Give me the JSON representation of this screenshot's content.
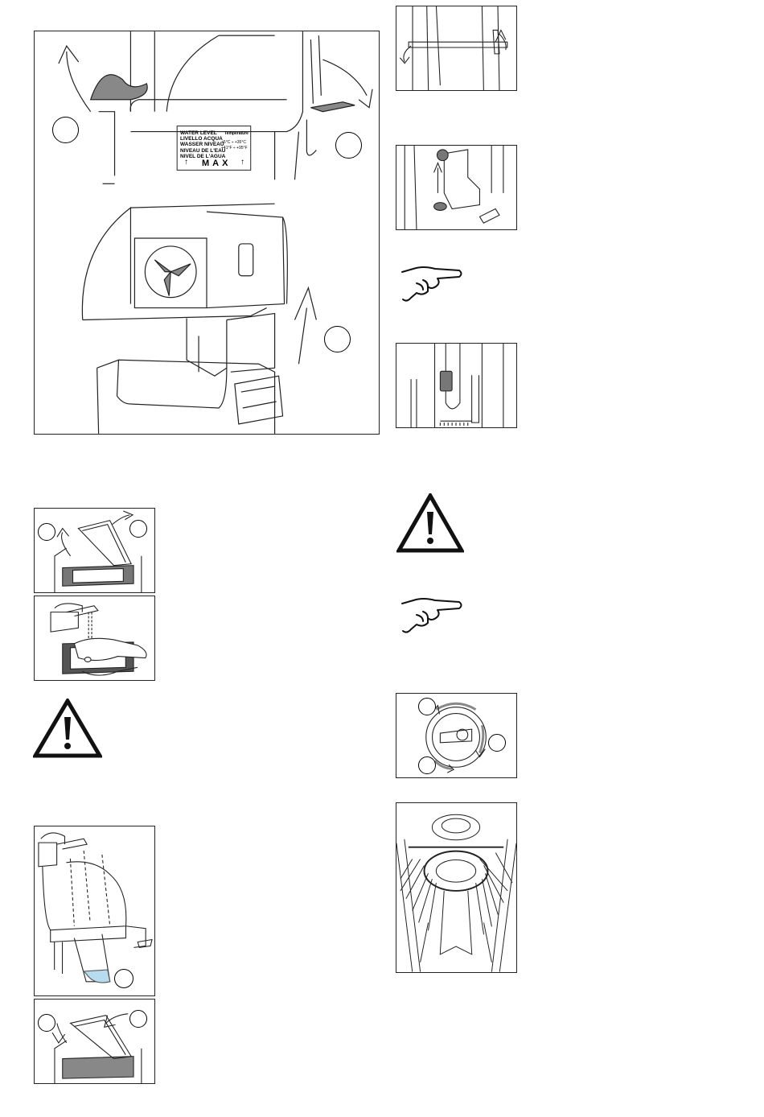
{
  "water_label": {
    "lines": [
      {
        "lang": "WATER",
        "word": "LEVEL"
      },
      {
        "lang": "LIVELLO",
        "word": "ACQUA"
      },
      {
        "lang": "WASSER",
        "word": "NIVEAU"
      },
      {
        "lang": "NIVEAU DE",
        "word": "L'EAU"
      },
      {
        "lang": "NIVEL DE",
        "word": "L'AGUA"
      }
    ],
    "temperature_title": "Temperature",
    "temp_celsius": "+5°C  ÷  +35°C",
    "temp_fahrenheit": "+41°F  ÷  +95°F",
    "max_text": "MAX",
    "arrow_glyph": "↑"
  },
  "icons": {
    "warning": "warning-triangle-icon",
    "note": "pointing-hand-icon"
  },
  "colors": {
    "line": "#222222",
    "light_blue_water": "#b8dcef",
    "tray_gray": "#8a8a8a"
  }
}
